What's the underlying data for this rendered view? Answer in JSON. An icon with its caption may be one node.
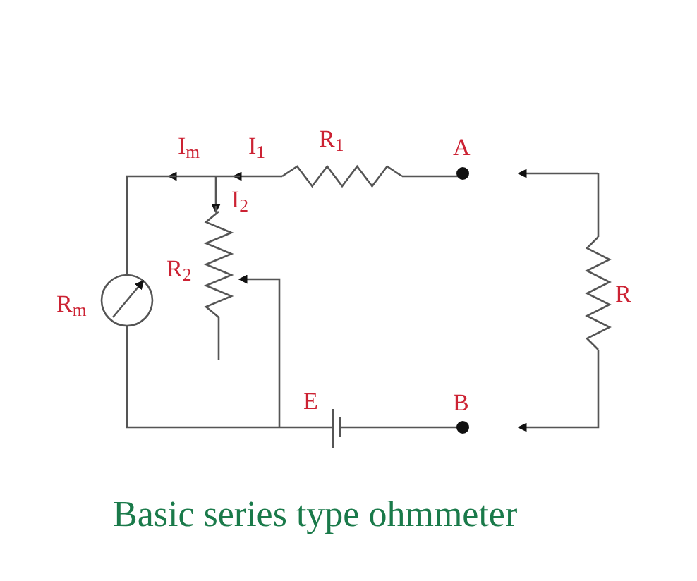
{
  "diagram": {
    "caption": "Basic series type ohmmeter",
    "labels": [
      "I$_{m}$",
      "I$_{1}$",
      "R$_{1}$",
      "A",
      "I$_{2}$",
      "R$_{2}$",
      "R$_{m}$",
      "R",
      "E",
      "B"
    ]
  }
}
